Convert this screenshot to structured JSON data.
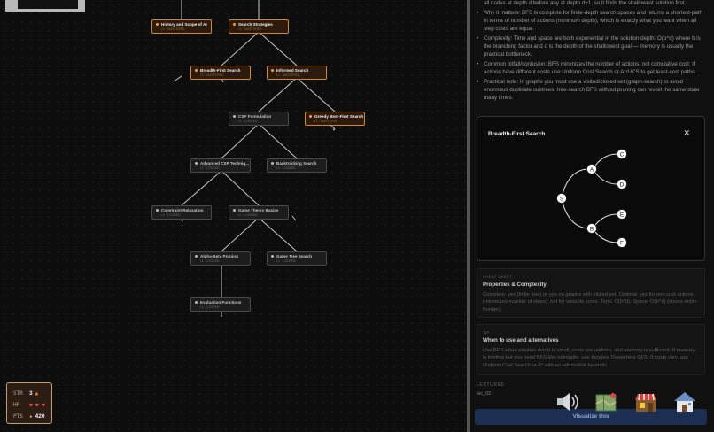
{
  "colors": {
    "mastered_border": "#d08a2c",
    "mastered_bg": "#2c1a0c",
    "locked_border": "#4a4a4a",
    "accent_button": "#1c2e52"
  },
  "nodes": [
    {
      "title": "History and Scope of AI",
      "meta": "L1 · MASTERED",
      "state": "mastered"
    },
    {
      "title": "Search Strategies",
      "meta": "L1 · MASTERED",
      "state": "mastered"
    },
    {
      "title": "Breadth-First Search",
      "meta": "L1 · MASTERED",
      "state": "mastered"
    },
    {
      "title": "Informed Search",
      "meta": "L1 · MASTERED",
      "state": "mastered"
    },
    {
      "title": "CSP Formulation",
      "meta": "L1 · LOCKED",
      "state": "locked"
    },
    {
      "title": "Greedy Best-First Search",
      "meta": "L1 · MASTERED",
      "state": "mastered"
    },
    {
      "title": "Advanced CSP Techniq...",
      "meta": "L1 · LOCKED",
      "state": "locked"
    },
    {
      "title": "Backtracking Search",
      "meta": "L1 · LOCKED",
      "state": "locked"
    },
    {
      "title": "Constraint Relaxation",
      "meta": "L1 · LOCKED",
      "state": "locked"
    },
    {
      "title": "Game Theory Basics",
      "meta": "L1 · LOCKED",
      "state": "locked"
    },
    {
      "title": "Alpha-Beta Pruning",
      "meta": "L1 · LOCKED",
      "state": "locked"
    },
    {
      "title": "Game Tree Search",
      "meta": "L1 · LOCKED",
      "state": "locked"
    },
    {
      "title": "Evaluation Functions",
      "meta": "L1 · LOCKED",
      "state": "locked"
    }
  ],
  "stats": {
    "str_label": "STR",
    "str_value": "3",
    "hp_label": "HP",
    "pts_label": "PTS",
    "pts_value": "420"
  },
  "panel": {
    "intro_tail": "all nodes at depth d before any at depth d+1, so it finds the shallowest solution first.",
    "bullets": [
      "Why it matters: BFS is complete for finite-depth search spaces and returns a shortest-path in terms of number of actions (minimum depth), which is exactly what you want when all step costs are equal.",
      "Complexity: Time and space are both exponential in the solution depth: O(b^d) where b is the branching factor and d is the depth of the shallowest goal — memory is usually the practical bottleneck.",
      "Common pitfall/confusion: BFS minimizes the number of actions, not cumulative cost; if actions have different costs use Uniform Cost Search or A*/UCS to get least-cost paths.",
      "Practical note: In graphs you must use a visited/closed set (graph-search) to avoid enormous duplicate subtrees; tree-search BFS without pruning can revisit the same state many times."
    ],
    "cheat_kicker": "CHEAT SHEET",
    "cheat_title": "Properties & Complexity",
    "cheat_body": "Complete: yes (finite tree) or yes on graphs with visited set. Optimal: yes for unit-cost actions (minimizes number of steps), not for variable costs. Time: O(b^d). Space: O(b^d) (stores entire frontier).",
    "tip_kicker": "TIP",
    "tip_title": "When to use and alternatives",
    "tip_body": "Use BFS when solution depth is small, costs are uniform, and memory is sufficient. If memory is limiting but you need BFS-like optimality, use Iterative Deepening DFS. If costs vary, use Uniform Cost Search or A* with an admissible heuristic.",
    "lectures_label": "LECTURES",
    "lecture_id": "lec_02",
    "visualize_label": "Visualize this"
  },
  "modal": {
    "title": "Breadth-First Search",
    "tree_nodes": [
      "S",
      "A",
      "B",
      "C",
      "D",
      "E",
      "F"
    ]
  },
  "icons": [
    "speaker-icon",
    "map-icon",
    "shop-icon",
    "home-icon"
  ]
}
